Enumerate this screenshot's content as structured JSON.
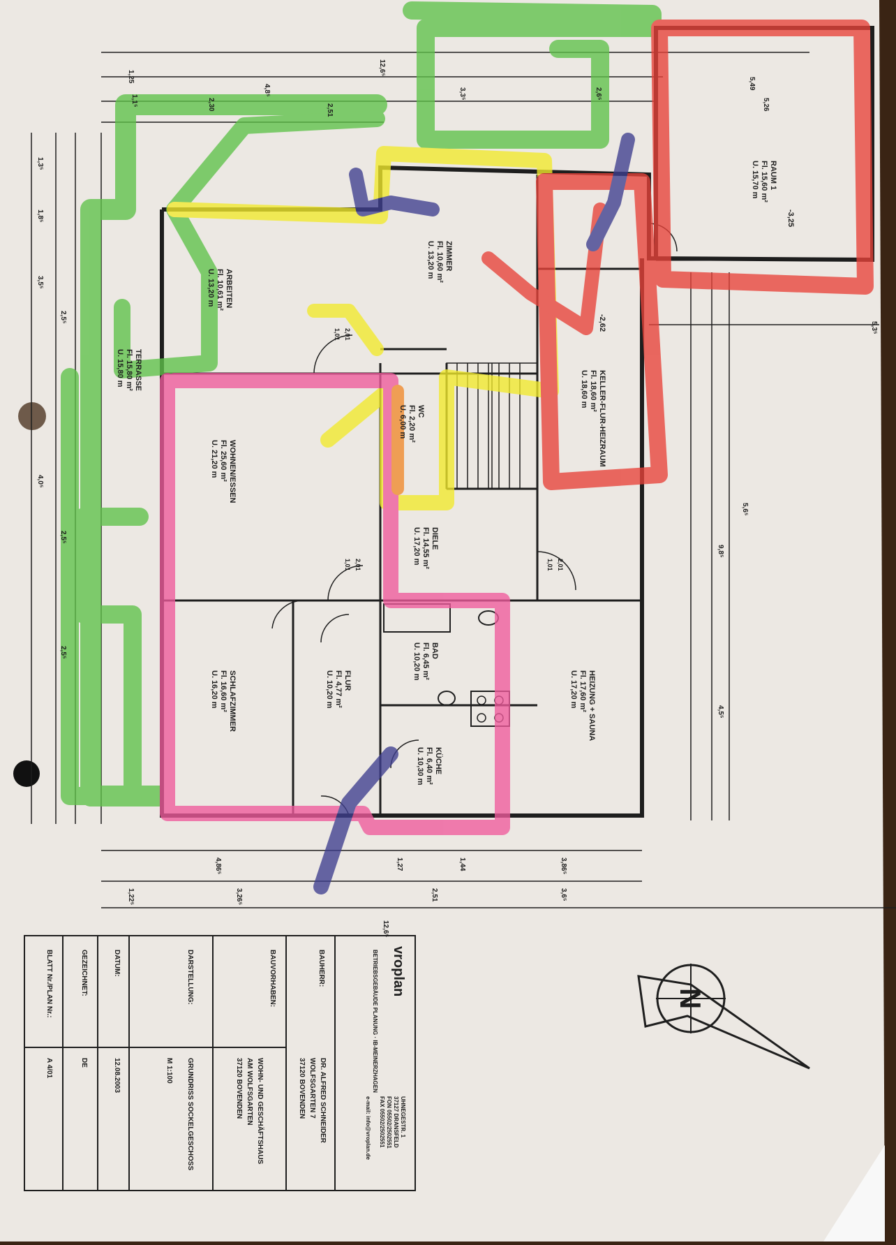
{
  "dimensions": {
    "top_total": "12,6⁵",
    "top_a": "1,25",
    "top_b": "4,8⁵",
    "top_c": "3,3⁵",
    "top_d": "2,6⁵",
    "top_e": "1,1⁵",
    "top_f": "2,51",
    "top_g": "2,30",
    "top_h": "5,49",
    "top_i": "5,26",
    "bottom_total": "12,6⁵",
    "bottom_a": "4,86⁵",
    "bottom_b": "3,26⁵",
    "bottom_c": "2,51",
    "bottom_d": "3,6⁵",
    "bottom_e": "3,86⁵",
    "bottom_f": "1,22⁵",
    "bottom_g": "1,27",
    "bottom_h": "1,44",
    "left_a": "1,3⁵",
    "left_b": "1,8⁵",
    "left_c": "2,5⁵",
    "left_d": "3,5⁵",
    "left_e": "4,0⁵",
    "left_f": "2,5⁵",
    "left_g": "2,5⁵",
    "right_a": "9,8⁵",
    "right_b": "5,6⁵",
    "right_c": "5,3⁵",
    "right_d": "4,5⁵"
  },
  "rooms": {
    "raum": {
      "name": "RAUM 1",
      "area": "Fl. 15,60 m²",
      "perimeter": "U. 15,70 m",
      "level": "-3,25"
    },
    "zimmer": {
      "name": "ZIMMER",
      "area": "Fl. 10,60 m²",
      "perimeter": "U. 13,20 m"
    },
    "arbeiten": {
      "name": "ARBEITEN",
      "area": "Fl. 10,61 m²",
      "perimeter": "U. 13,20 m"
    },
    "keller": {
      "name": "KELLER-FLUR-HEIZRAUM",
      "area": "Fl. 18,60 m²",
      "perimeter": "U. 18,60 m",
      "level": "-2,62"
    },
    "terrasse": {
      "name": "TERRASSE",
      "area": "Fl. 15,80 m²",
      "perimeter": "U. 15,80 m"
    },
    "wohnen": {
      "name": "WOHNEN/ESSEN",
      "area": "Fl. 25,60 m²",
      "perimeter": "U. 21,20 m"
    },
    "wc": {
      "name": "WC",
      "area": "Fl. 2,20 m²",
      "perimeter": "U. 6,00 m"
    },
    "diele": {
      "name": "DIELE",
      "area": "Fl. 14,55 m²",
      "perimeter": "U. 17,20 m"
    },
    "bad": {
      "name": "BAD",
      "area": "Fl. 6,45 m²",
      "perimeter": "U. 10,20 m"
    },
    "schlafen": {
      "name": "SCHLAFZIMMER",
      "area": "Fl. 16,60 m²",
      "perimeter": "U. 16,20 m"
    },
    "flur": {
      "name": "FLUR",
      "area": "Fl. 4,77 m²",
      "perimeter": "U. 10,20 m"
    },
    "heizung": {
      "name": "HEIZUNG + SAUNA",
      "area": "Fl. 17,60 m²",
      "perimeter": "U. 17,20 m"
    },
    "kueche": {
      "name": "KÜCHE",
      "area": "Fl. 6,40 m²",
      "perimeter": "U. 10,30 m"
    }
  },
  "door_marks": [
    "1,01",
    "2,01",
    "1,01",
    "2,01",
    "1,01",
    "2,01"
  ],
  "title_block": {
    "firm_name": "vroplan",
    "firm_sub": "BETRIEBSGEBÄUDE PLANUNG · IB-MEINERZHAGEN",
    "firm_address": [
      "UHNEGESTR. 1",
      "37127 DRANSFELD",
      "FON 05502/2502551",
      "FAX 05502/2502551"
    ],
    "firm_email": "e-mail: info@vroplan.de",
    "bauherr_label": "BAUHERR:",
    "bauherr_value": [
      "DR. ALFRED SCHNEIDER",
      "WOLFSGARTEN 7",
      "37120 BOVENDEN"
    ],
    "bauvorhaben_label": "BAUVORHABEN:",
    "bauvorhaben_value": [
      "WOHN- UND GESCHÄFTSHAUS",
      "AM WOLFSGARTEN",
      "37120 BOVENDEN"
    ],
    "darstellung_label": "DARSTELLUNG:",
    "darstellung_value": [
      "GRUNDRISS SOCKELGESCHOSS",
      "M 1:100"
    ],
    "datum_label": "DATUM:",
    "datum_value": "12.08.2003",
    "gezeichnet_label": "GEZEICHNET:",
    "gezeichnet_value": "DE",
    "blatt_label": "BLATT Nr./PLAN Nr.:",
    "blatt_value": "A 4/01"
  },
  "north_arrow_label": "N",
  "colors": {
    "paper": "#ece8e3",
    "ink": "#1e1e1e",
    "green": "#5fc24a",
    "yellow": "#f2ea2c",
    "red": "#e8423a",
    "pink": "#ef5b9c",
    "orange": "#f08a2c",
    "blue": "#3f3f8f",
    "wood": "#3a2414"
  }
}
